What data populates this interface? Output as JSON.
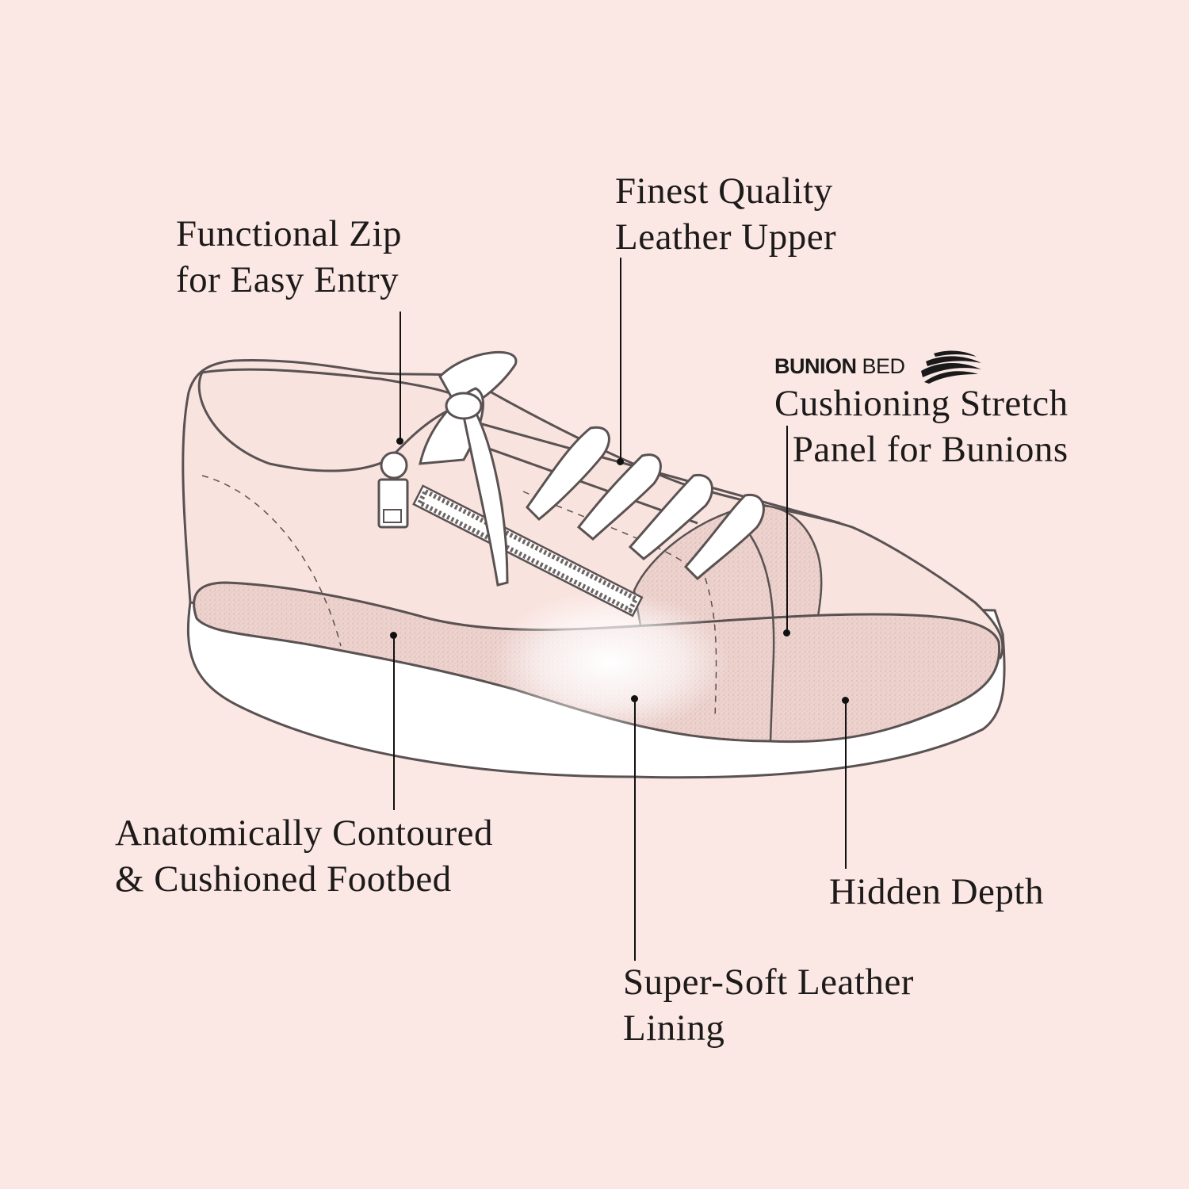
{
  "colors": {
    "background": "#fbe8e5",
    "outline": "#5a5252",
    "sole": "#ffffff",
    "textured_panel": "#efd3cf",
    "text": "#1d1a1a"
  },
  "callouts": {
    "zip": {
      "line1": "Functional Zip",
      "line2": "for Easy Entry"
    },
    "upper": {
      "line1": "Finest Quality",
      "line2": "Leather Upper"
    },
    "bunion": {
      "brand_bold": "BUNION",
      "brand_light": "BED",
      "brand_icon": "bunion-bed-stripes-logo",
      "line1": "Cushioning Stretch",
      "line2": "Panel for Bunions"
    },
    "footbed": {
      "line1": "Anatomically Contoured",
      "line2": "& Cushioned Footbed"
    },
    "lining": {
      "line1": "Super-Soft Leather",
      "line2": "Lining"
    },
    "depth": {
      "line1": "Hidden Depth"
    }
  }
}
